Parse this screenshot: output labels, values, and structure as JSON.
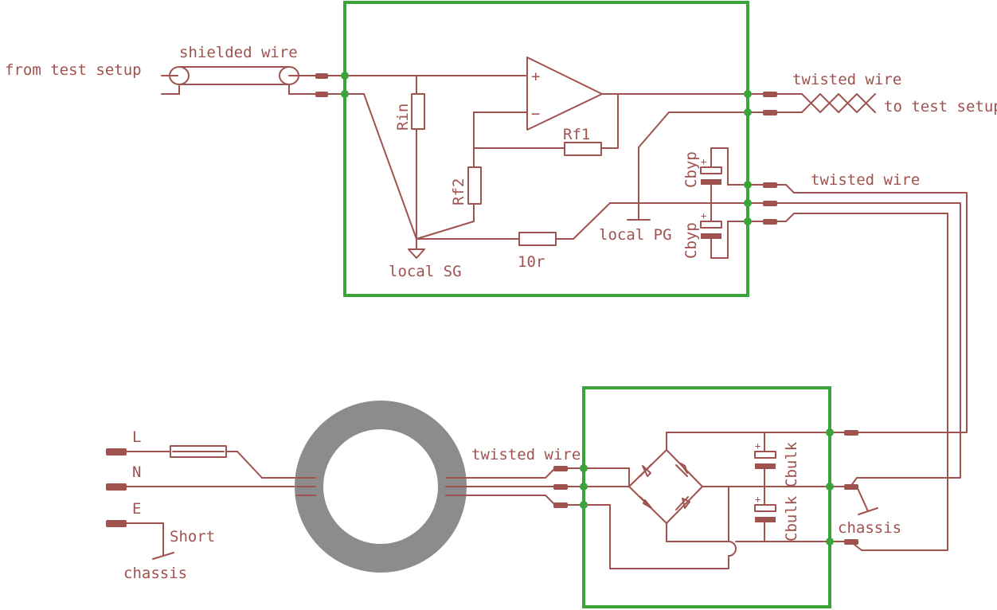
{
  "labels": {
    "from_test_setup": "from test setup",
    "shielded_wire": "shielded wire",
    "twisted_wire_top": "twisted wire",
    "to_test_setup": "to test setup",
    "twisted_wire_power": "twisted wire",
    "twisted_wire_mains": "twisted wire",
    "rin": "Rin",
    "rf1": "Rf1",
    "rf2": "Rf2",
    "r10": "10r",
    "local_sg": "local SG",
    "local_pg": "local PG",
    "cbyp_top": "Cbyp",
    "cbyp_bottom": "Cbyp",
    "cbulk_top": "Cbulk",
    "cbulk_bottom": "Cbulk",
    "chassis_psu": "chassis",
    "chassis_mains": "chassis",
    "short": "Short",
    "line_l": "L",
    "line_n": "N",
    "line_e": "E",
    "plus": "+",
    "minus": "−"
  },
  "colors": {
    "wire": "#a0524f",
    "board_outline": "#3aa33a",
    "junction": "#3aa33a",
    "toroid": "#8c8c8c"
  }
}
